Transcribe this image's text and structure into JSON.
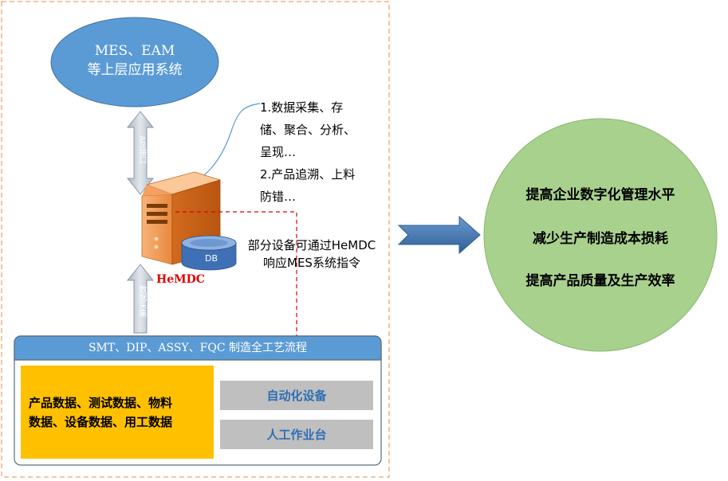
{
  "top_app": {
    "line1": "MES、EAM",
    "line2": "等上层应用系统"
  },
  "api_arrow_label": "API接口",
  "collect_arrow_label": "数据采集",
  "callout_lines": [
    "1.数据采集、存",
    "储、聚合、分析、",
    "呈现…",
    "2.产品追溯、上料",
    "防错…"
  ],
  "note": {
    "line1": "部分设备可通过HeMDC",
    "line2": "响应MES系统指令"
  },
  "server_label": "HeMDC",
  "db_label": "DB",
  "process_panel": {
    "title": "SMT、DIP、ASSY、FQC 制造全工艺流程",
    "data_line1": "产品数据、测试数据、物料",
    "data_line2": "数据、设备数据、用工数据",
    "auto_equipment": "自动化设备",
    "manual_station": "人工作业台"
  },
  "benefits": [
    "提高企业数字化管理水平",
    "减少生产制造成本损耗",
    "提高产品质量及生产效率"
  ],
  "colors": {
    "ellipse_blue": "#5b9bd5",
    "panel_header_blue": "#5b9bd5",
    "orange_dashed_border": "#f4b183",
    "red_dashed_line": "#e00000",
    "server_orange": "#f4a460",
    "arrow_fill": "#d6dce5",
    "data_box_yellow": "#ffc000",
    "button_gray": "#bfbfbf",
    "button_text_blue": "#2f6eb5",
    "circle_green": "#a9d18e",
    "right_arrow_blue": "#4a7fb5"
  }
}
